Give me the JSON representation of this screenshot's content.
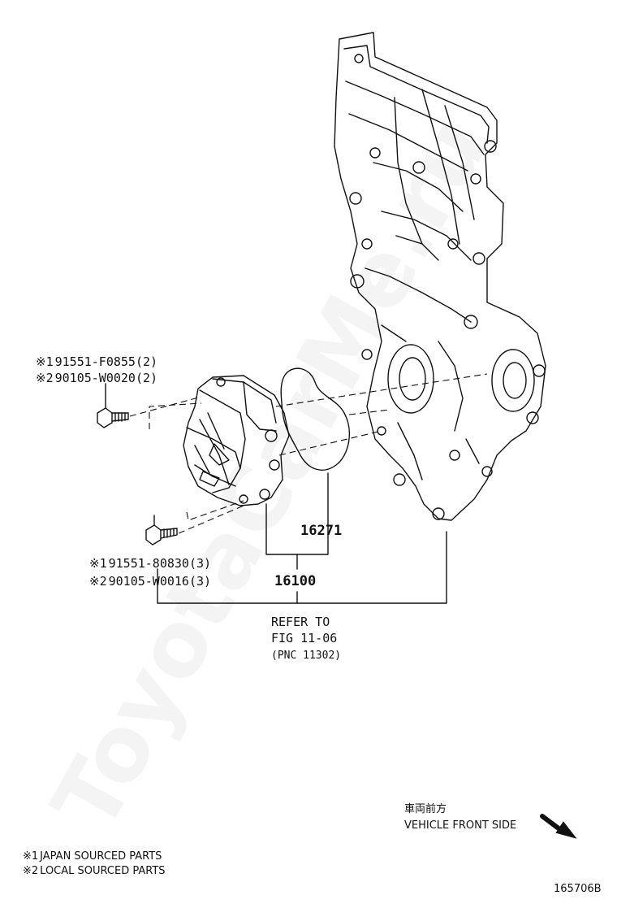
{
  "watermark": "ToyotaCarMe.ru",
  "parts": {
    "bolt_upper": [
      {
        "mark": "※1",
        "text": "91551-F0855(2)"
      },
      {
        "mark": "※2",
        "text": "90105-W0020(2)"
      }
    ],
    "bolt_lower": [
      {
        "mark": "※1",
        "text": "91551-80830(3)"
      },
      {
        "mark": "※2",
        "text": "90105-W0016(3)"
      }
    ],
    "gasket": "16271",
    "water_pump": "16100"
  },
  "reference": {
    "line1": "REFER TO",
    "line2": "FIG 11-06",
    "line3": "(PNC 11302)"
  },
  "direction": {
    "japanese": "車両前方",
    "english": "VEHICLE FRONT SIDE"
  },
  "legend": [
    {
      "mark": "※1",
      "text": "JAPAN SOURCED PARTS"
    },
    {
      "mark": "※2",
      "text": "LOCAL SOURCED PARTS"
    }
  ],
  "figure_id": "165706B",
  "colors": {
    "line": "#111111",
    "watermark": "#000000"
  }
}
